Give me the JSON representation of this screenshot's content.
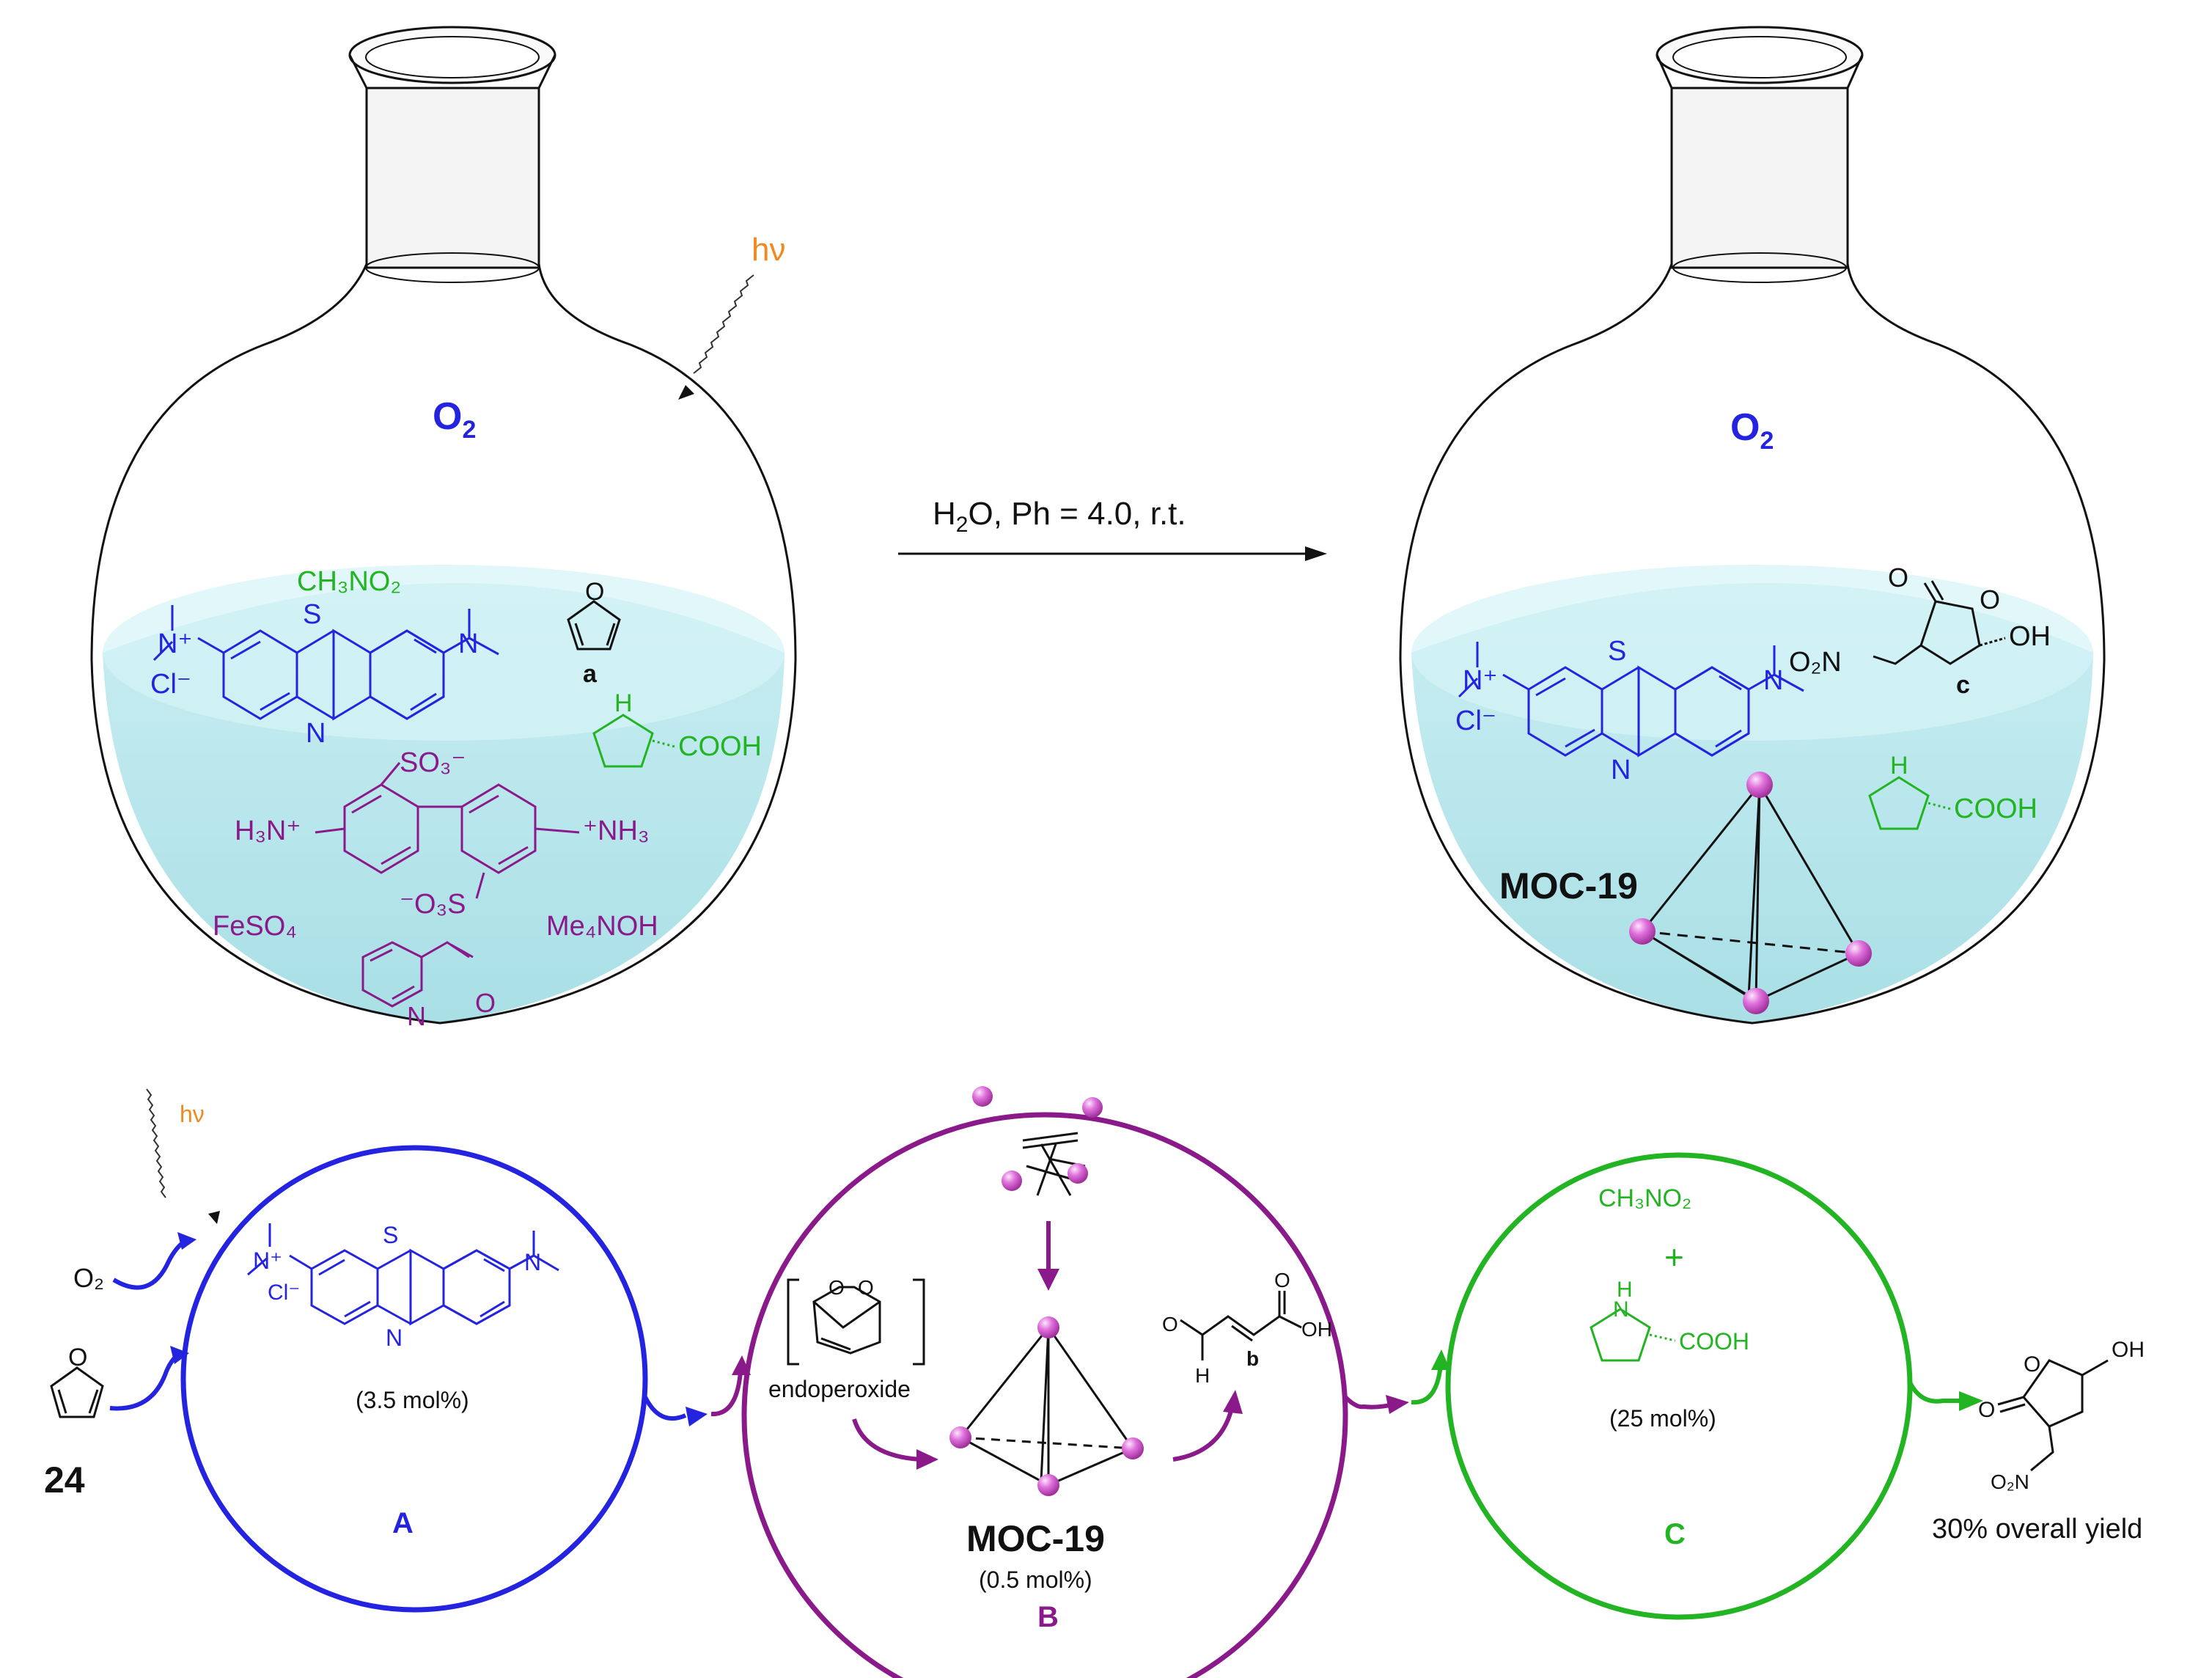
{
  "colors": {
    "blue": "#2323e0",
    "purple": "#8a1a8a",
    "green": "#22b422",
    "orange": "#f08a1e",
    "black": "#111111",
    "liquid": "#bfe9ee",
    "pink": "#e060d8"
  },
  "top": {
    "hv": "hν",
    "o2_left": "O",
    "o2_sub": "2",
    "o2_right": "O",
    "arrow_condition": {
      "h": "H",
      "sub2": "2",
      "rest": "O, Ph = 4.0, r.t."
    },
    "left_flask": {
      "ch3no2": "CH₃NO₂",
      "label_a": "a",
      "cooh": "COOH",
      "nh": "H",
      "so3_top": "SO₃⁻",
      "h3n": "H₃N⁺",
      "nh3": "⁺NH₃",
      "o3s": "⁻O₃S",
      "feso4": "FeSO₄",
      "me4noh": "Me₄NOH",
      "mb_n_plus": "N⁺",
      "mb_cl": "Cl⁻",
      "mb_s": "S",
      "mb_n": "N",
      "mb_n_right": "N",
      "pyr_n": "N",
      "ald_o": "O",
      "fur_o": "O"
    },
    "right_flask": {
      "o2n": "O₂N",
      "label_c": "c",
      "oh": "OH",
      "lactone_o": "O",
      "ring_o": "O",
      "moc": "MOC-19",
      "cooh": "COOH",
      "nh": "H",
      "mb_n_plus": "N⁺",
      "mb_cl": "Cl⁻",
      "mb_s": "S",
      "mb_n": "N",
      "mb_n_right": "N"
    }
  },
  "bottom": {
    "hv": "hν",
    "o2": "O₂",
    "compound_24": "24",
    "fur_o": "O",
    "cycle_a": {
      "loading": "(3.5 mol%)",
      "label": "A",
      "mb_n_plus": "N⁺",
      "mb_cl": "Cl⁻",
      "mb_s": "S",
      "mb_n": "N",
      "mb_n_right": "N"
    },
    "cycle_b": {
      "endoperoxide": "endoperoxide",
      "moc": "MOC-19",
      "loading": "(0.5 mol%)",
      "label": "B",
      "label_b": "b",
      "oh": "OH",
      "h": "H",
      "o_left": "O",
      "o_right": "O"
    },
    "cycle_c": {
      "ch3no2": "CH₃NO₂",
      "plus": "+",
      "cooh": "COOH",
      "nh": "H",
      "n": "N",
      "loading": "(25 mol%)",
      "label": "C"
    },
    "product": {
      "oh": "OH",
      "o_carbonyl": "O",
      "o_ring": "O",
      "o2n": "O₂N",
      "yield": "30% overall yield"
    }
  }
}
